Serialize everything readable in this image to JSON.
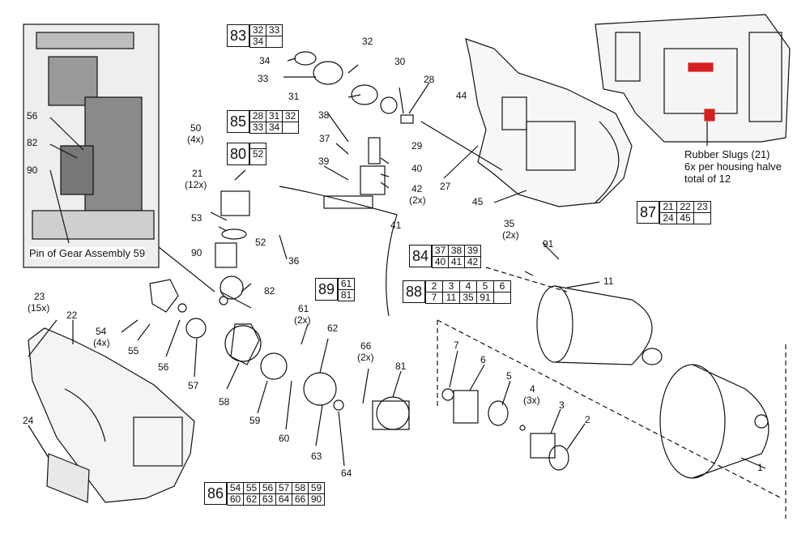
{
  "callouts": {
    "c1": "1",
    "c2": "2",
    "c3": "3",
    "c4": "4",
    "c4q": "(3x)",
    "c5": "5",
    "c6": "6",
    "c7": "7",
    "c11": "11",
    "c21": "21",
    "c21q": "(12x)",
    "c22": "22",
    "c23": "23",
    "c23q": "(15x)",
    "c24": "24",
    "c27": "27",
    "c28": "28",
    "c29": "29",
    "c30": "30",
    "c31": "31",
    "c32": "32",
    "c33": "33",
    "c34": "34",
    "c35": "35",
    "c35q": "(2x)",
    "c36": "36",
    "c37": "37",
    "c38": "38",
    "c39": "39",
    "c40": "40",
    "c41": "41",
    "c42": "42",
    "c42q": "(2x)",
    "c44": "44",
    "c45": "45",
    "c50": "50",
    "c50q": "(4x)",
    "c52": "52",
    "c53": "53",
    "c54": "54",
    "c54q": "(4x)",
    "c55": "55",
    "c56": "56",
    "c57": "57",
    "c58": "58",
    "c59": "59",
    "c60": "60",
    "c61": "61",
    "c61q": "(2x)",
    "c62": "62",
    "c63": "63",
    "c64": "64",
    "c66": "66",
    "c66q": "(2x)",
    "c81": "81",
    "c82": "82",
    "c90": "90",
    "c91": "91",
    "i56": "56",
    "i82": "82",
    "i90": "90"
  },
  "kits": [
    {
      "name": "83",
      "parts": [
        "32",
        "33",
        "34"
      ],
      "cols": 2
    },
    {
      "name": "85",
      "parts": [
        "28",
        "31",
        "32",
        "33",
        "34"
      ],
      "cols": 3
    },
    {
      "name": "80",
      "parts": [
        "52"
      ],
      "cols": 1
    },
    {
      "name": "84",
      "parts": [
        "37",
        "38",
        "39",
        "40",
        "41",
        "42"
      ],
      "cols": 3
    },
    {
      "name": "89",
      "parts": [
        "61",
        "81"
      ],
      "cols": 1
    },
    {
      "name": "88",
      "parts": [
        "2",
        "3",
        "4",
        "5",
        "6",
        "7",
        "11",
        "35",
        "91"
      ],
      "cols": 5
    },
    {
      "name": "87",
      "parts": [
        "21",
        "22",
        "23",
        "24",
        "45"
      ],
      "cols": 3
    },
    {
      "name": "86",
      "parts": [
        "54",
        "55",
        "56",
        "57",
        "58",
        "59",
        "60",
        "62",
        "63",
        "64",
        "66",
        "90"
      ],
      "cols": 6
    }
  ],
  "inset_label": "Pin of Gear Assembly 59",
  "note": {
    "line1": "Rubber Slugs (21)",
    "line2": "6x per housing halve",
    "line3": "total of 12"
  },
  "colors": {
    "line": "#111111",
    "highlight": "#d62020",
    "shade": "#9a9a9a"
  }
}
